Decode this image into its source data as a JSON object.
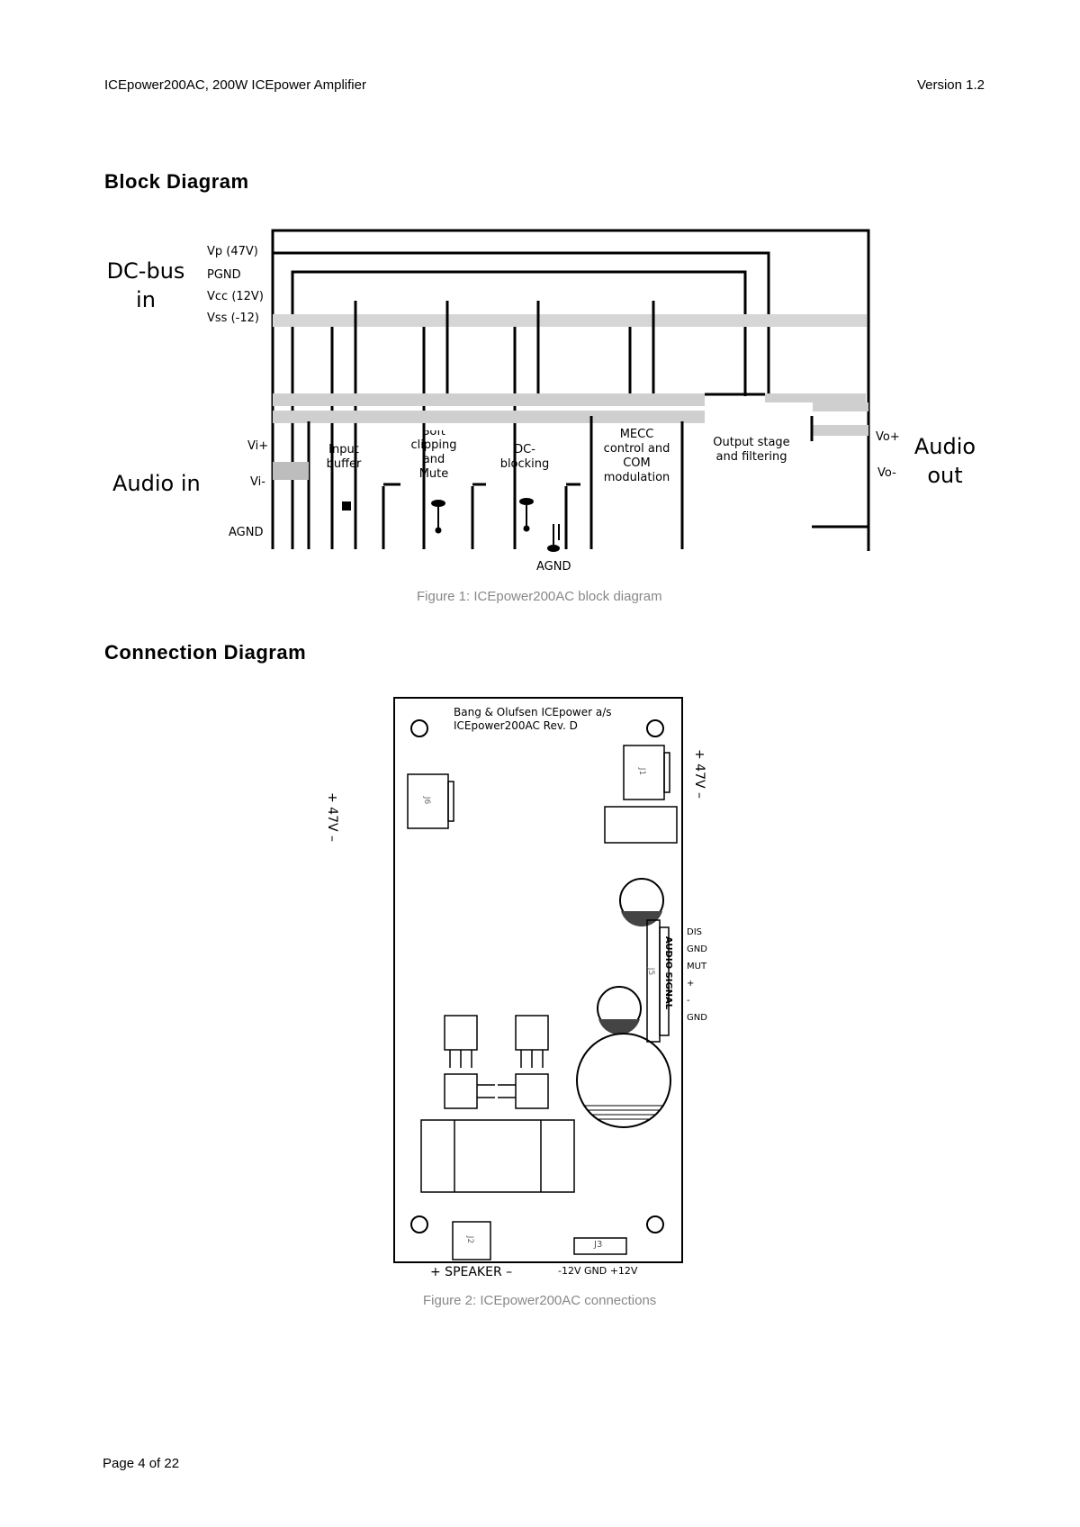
{
  "header": {
    "doc_title": "ICEpower200AC, 200W ICEpower Amplifier",
    "version": "Version 1.2"
  },
  "block_section": {
    "heading": "Block Diagram",
    "dc_bus_label_1": "DC-bus",
    "dc_bus_label_2": "in",
    "audio_in_label": "Audio in",
    "audio_out_label_1": "Audio",
    "audio_out_label_2": "out",
    "rails": {
      "vp": "Vp (47V)",
      "pgnd": "PGND",
      "vcc": "Vcc (12V)",
      "vss": "Vss (-12)"
    },
    "pins": {
      "vi_plus": "Vi+",
      "vi_minus": "Vi-",
      "agnd_left": "AGND",
      "agnd_bottom": "AGND",
      "vo_plus": "Vo+",
      "vo_minus": "Vo-"
    },
    "blocks": {
      "input_buffer": [
        "Input",
        "buffer"
      ],
      "soft_clip": [
        "Soft",
        "clipping",
        "and",
        "Mute"
      ],
      "dc_block": [
        "DC-",
        "blocking"
      ],
      "mecc": [
        "MECC",
        "control and",
        "COM",
        "modulation"
      ],
      "output": [
        "Output stage",
        "and filtering"
      ]
    },
    "caption": "Figure 1: ICEpower200AC block diagram"
  },
  "connection_section": {
    "heading": "Connection  Diagram",
    "board_title_1": "Bang & Olufsen ICEpower a/s",
    "board_title_2": "ICEpower200AC Rev. D",
    "left_power": "+ 47V –",
    "right_power": "+ 47V –",
    "j6": "J6",
    "j1": "J1",
    "j5": "J5",
    "j2": "J2",
    "j3": "J3",
    "audio_signal": "AUDIO SIGNAL",
    "signal_pins": [
      "DIS",
      "GND",
      "MUT",
      "+",
      "-",
      "GND"
    ],
    "speaker_label": "+ SPEAKER –",
    "supply_label": "-12V GND +12V",
    "caption": "Figure 2: ICEpower200AC connections"
  },
  "footer": {
    "page": "Page 4 of 22"
  }
}
